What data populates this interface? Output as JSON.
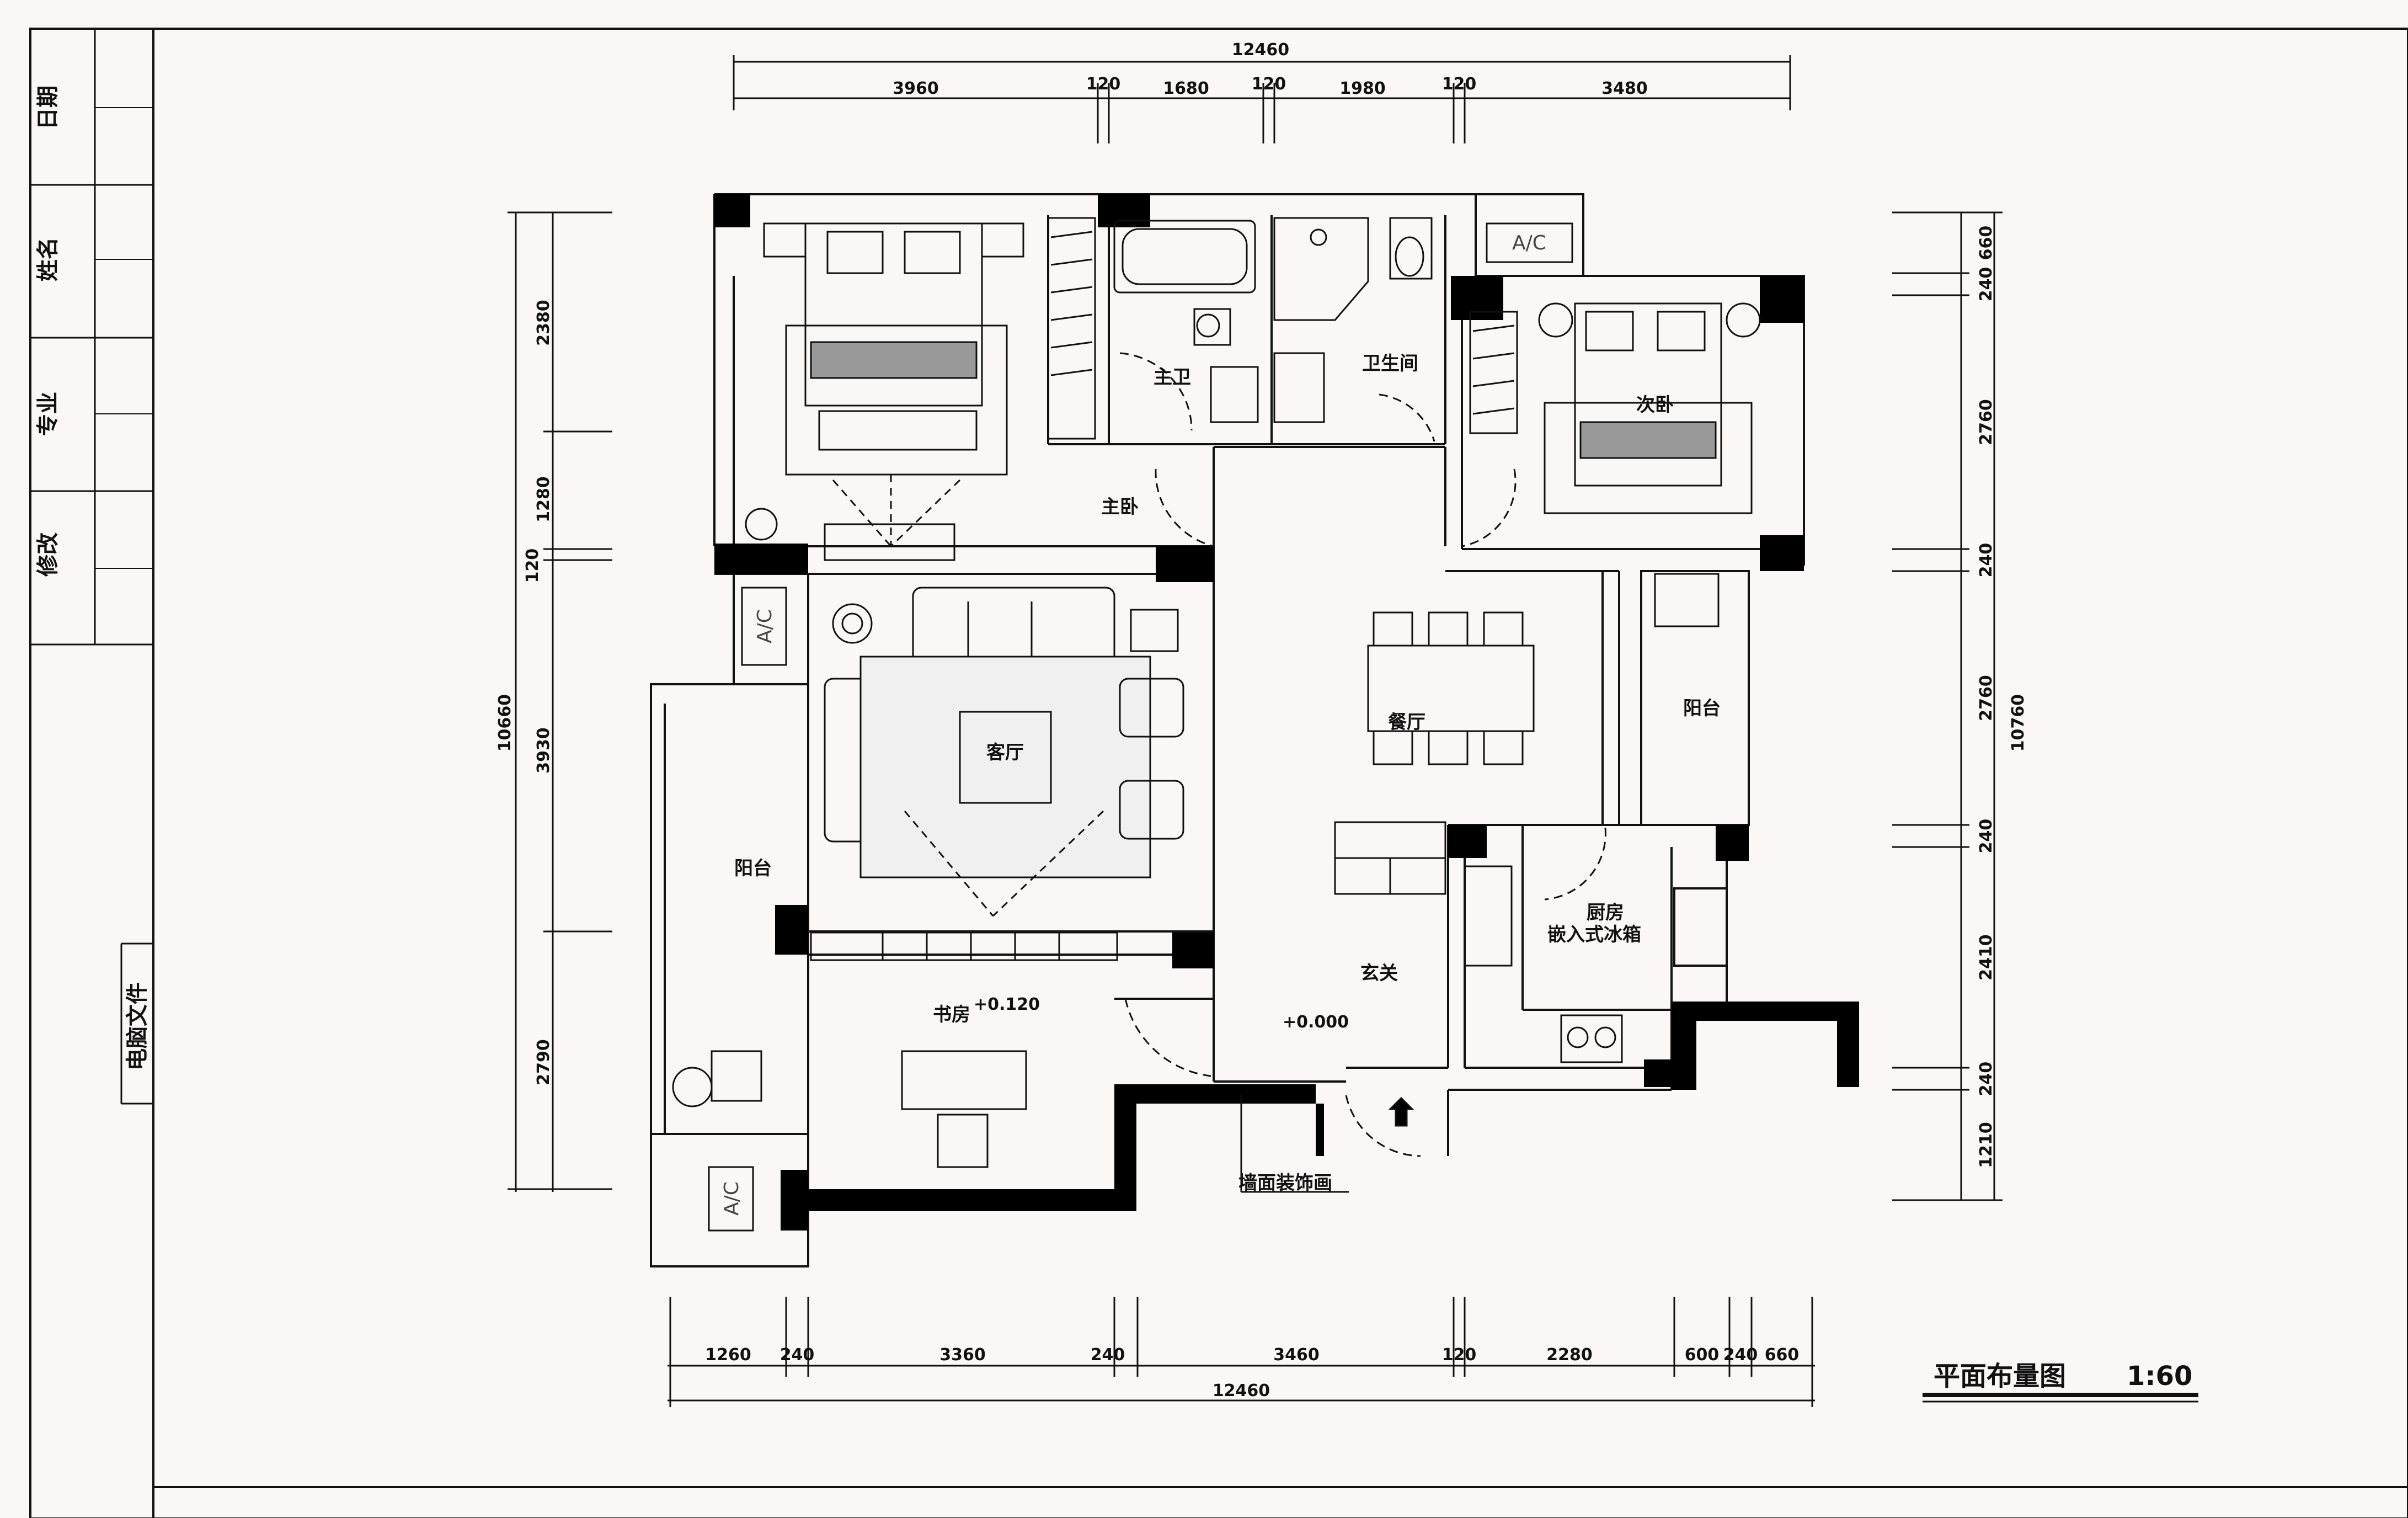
{
  "title_block": {
    "fields": [
      "修改",
      "专业",
      "姓名",
      "日期"
    ],
    "file_label": "电脑文件"
  },
  "drawing_title": "平面布量图",
  "scale": "1:60",
  "rooms": {
    "master_bedroom": "主卧",
    "master_bath": "主卫",
    "bathroom": "卫生间",
    "second_bedroom": "次卧",
    "living_room": "客厅",
    "dining_room": "餐厅",
    "balcony_left": "阳台",
    "balcony_right": "阳台",
    "study": "书房",
    "entrance": "玄关",
    "kitchen": "厨房",
    "fridge": "嵌入式冰箱",
    "wall_decor": "墙面装饰画"
  },
  "levels": {
    "study": "+0.120",
    "entrance": "+0.000"
  },
  "ac_label": "A/C",
  "dims_top": [
    "3960",
    "120",
    "1680",
    "120",
    "1980",
    "120",
    "3480"
  ],
  "dims_top_total": "12460",
  "dims_bottom": [
    "1260",
    "240",
    "3360",
    "240",
    "3460",
    "120",
    "2280",
    "600",
    "240",
    "660"
  ],
  "dims_bottom_total": "12460",
  "dims_left": [
    "2380",
    "1280",
    "120",
    "3930",
    "2790"
  ],
  "dims_left_total": "10660",
  "dims_right": [
    "660",
    "240",
    "2760",
    "240",
    "2760",
    "240",
    "2410",
    "240",
    "1210"
  ],
  "dims_right_total": "10760",
  "colors": {
    "line": "#111111",
    "background": "#fbf7f7",
    "fill_wall": "#000000"
  }
}
